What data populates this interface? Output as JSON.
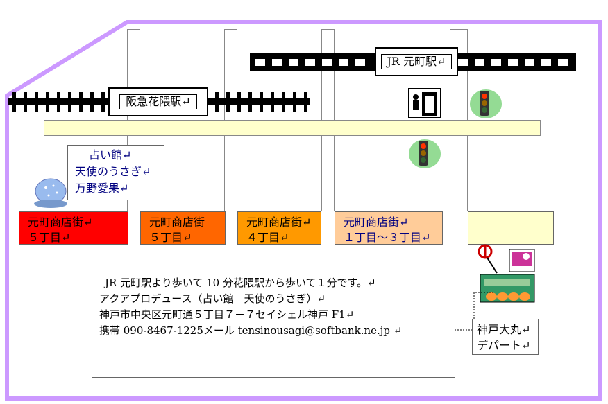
{
  "stations": {
    "hankyu": "阪急花隈駅↵",
    "jr": "JR 元町駅↵"
  },
  "shop_card": {
    "line1": "占い館↵",
    "line2": "天使のうさぎ↵",
    "line3": "万野愛果↵"
  },
  "arcades": [
    {
      "line1": "元町商店街↵",
      "line2": "５丁目↵",
      "color": "#ff0000"
    },
    {
      "line1": "元町商店街",
      "line2": "５丁目↵",
      "color": "#ff6600"
    },
    {
      "line1": "元町商店街↵",
      "line2": "４丁目↵",
      "color": "#ff9900"
    },
    {
      "line1": "元町商店街↵",
      "line2": "１丁目～３丁目↵",
      "color": "#ffcc99"
    },
    {
      "line1": "",
      "line2": "",
      "color": "#ffffcc"
    }
  ],
  "info": {
    "line1": "JR 元町駅より歩いて 10 分花隈駅から歩いて１分です。↵",
    "line2": "アクアプロデュース（占い館　天使のうさぎ）↵",
    "line3": "神戸市中央区元町通５丁目７－７セイシェル神戸 F1↵",
    "line4": "携帯 090-8467-1225メール  tensinousagi@softbank.ne.jp  ↵"
  },
  "daimaru": {
    "line1": "神戸大丸↵",
    "line2": "デパート↵"
  },
  "colors": {
    "frame": "#cc99ff",
    "road": "#ffffcc",
    "signal_glow": "#66cc66"
  },
  "icons": [
    "crystal-ball-icon",
    "public-toilet-icon",
    "traffic-light-icon",
    "department-store-icon"
  ]
}
